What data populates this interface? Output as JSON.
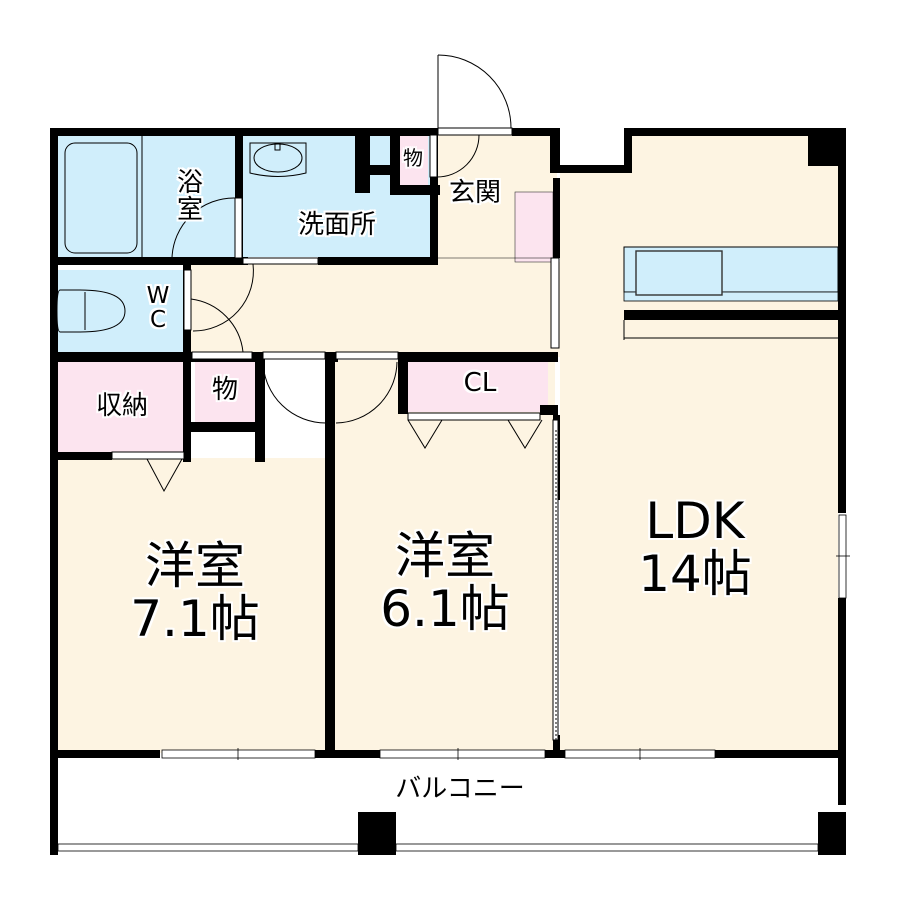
{
  "colors": {
    "wall": "#000000",
    "floor": "#fdf4e2",
    "wet_area": "#d0eefb",
    "storage": "#fce4ef",
    "balcony": "#ffffff"
  },
  "rooms": {
    "bath": {
      "label": "浴\n室"
    },
    "washroom": {
      "label": "洗面所"
    },
    "wc": {
      "label": "W\nC"
    },
    "storage_small_top": {
      "label": "物"
    },
    "entrance": {
      "label": "玄関"
    },
    "storage_shuno": {
      "label": "収納"
    },
    "storage_small_mid": {
      "label": "物"
    },
    "closet": {
      "label": "CL"
    },
    "western_room_1": {
      "label": "洋室\n7.1帖",
      "name": "洋室",
      "size": "7.1帖"
    },
    "western_room_2": {
      "label": "洋室\n6.1帖",
      "name": "洋室",
      "size": "6.1帖"
    },
    "ldk": {
      "label": "LDK\n14帖",
      "name": "LDK",
      "size": "14帖"
    },
    "balcony": {
      "label": "バルコニー"
    }
  }
}
